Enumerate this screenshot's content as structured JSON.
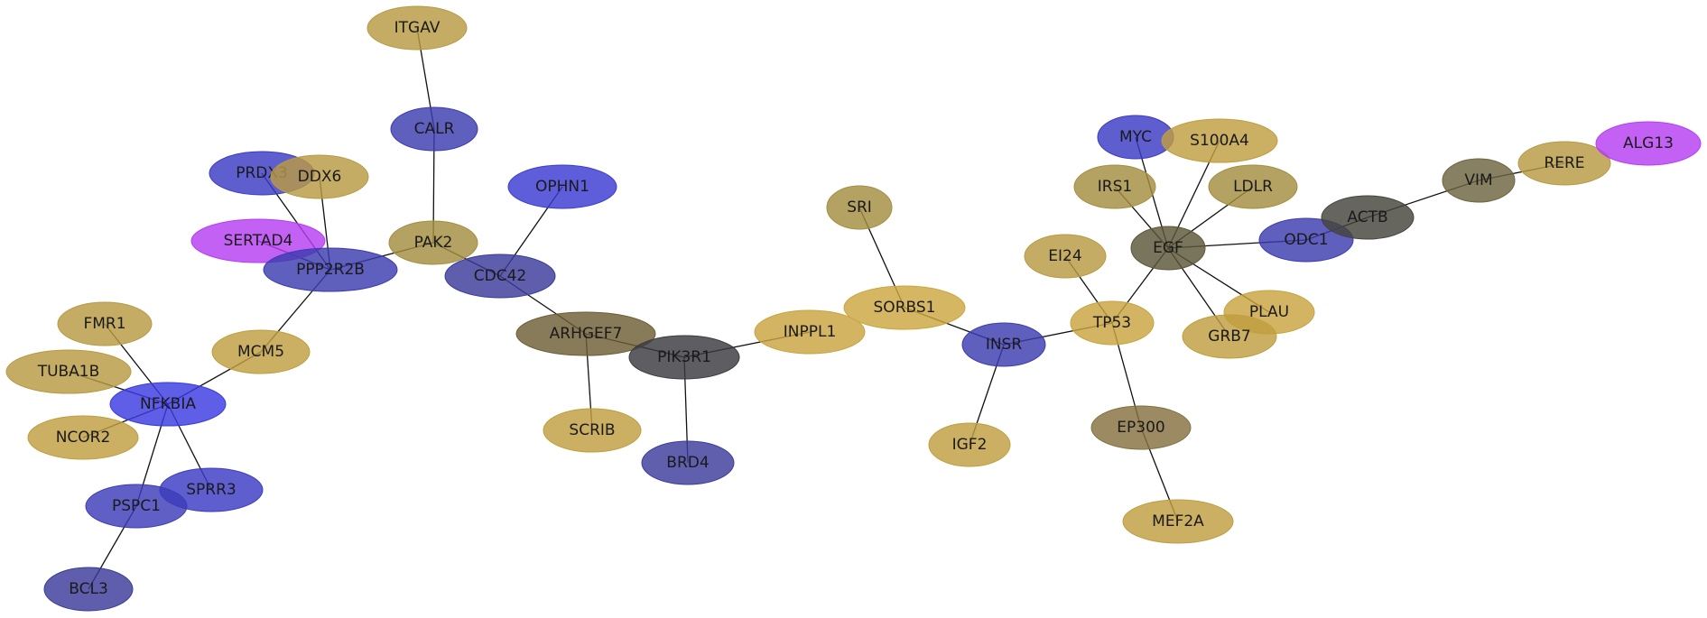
{
  "network": {
    "nodes": [
      {
        "id": "ITGAV",
        "label": "ITGAV",
        "color": "#b89a43"
      },
      {
        "id": "CALR",
        "label": "CALR",
        "color": "#3c3cb0"
      },
      {
        "id": "OPHN1",
        "label": "OPHN1",
        "color": "#3b3bd2"
      },
      {
        "id": "PRDX3",
        "label": "PRDX3",
        "color": "#3b3bc4"
      },
      {
        "id": "DDX6",
        "label": "DDX6",
        "color": "#b89a43"
      },
      {
        "id": "SERTAD4",
        "label": "SERTAD4",
        "color": "#b43ef2"
      },
      {
        "id": "PPP2R2B",
        "label": "PPP2R2B",
        "color": "#3c3cb0"
      },
      {
        "id": "PAK2",
        "label": "PAK2",
        "color": "#a48e41"
      },
      {
        "id": "CDC42",
        "label": "CDC42",
        "color": "#3a3a9a"
      },
      {
        "id": "ARHGEF7",
        "label": "ARHGEF7",
        "color": "#6e5e35"
      },
      {
        "id": "PIK3R1",
        "label": "PIK3R1",
        "color": "#3a3b40"
      },
      {
        "id": "SCRIB",
        "label": "SCRIB",
        "color": "#bf9e3f"
      },
      {
        "id": "BRD4",
        "label": "BRD4",
        "color": "#3c3c9c"
      },
      {
        "id": "INPPL1",
        "label": "INPPL1",
        "color": "#c8a43f"
      },
      {
        "id": "SRI",
        "label": "SRI",
        "color": "#a48e41"
      },
      {
        "id": "SORBS1",
        "label": "SORBS1",
        "color": "#cca63f"
      },
      {
        "id": "INSR",
        "label": "INSR",
        "color": "#3c3cb0"
      },
      {
        "id": "IGF2",
        "label": "IGF2",
        "color": "#bf9e3f"
      },
      {
        "id": "EI24",
        "label": "EI24",
        "color": "#b89a43"
      },
      {
        "id": "TP53",
        "label": "TP53",
        "color": "#c8a43f"
      },
      {
        "id": "EP300",
        "label": "EP300",
        "color": "#857040"
      },
      {
        "id": "MEF2A",
        "label": "MEF2A",
        "color": "#bf9e3f"
      },
      {
        "id": "MYC",
        "label": "MYC",
        "color": "#3b3bc4"
      },
      {
        "id": "S100A4",
        "label": "S100A4",
        "color": "#bf9e3f"
      },
      {
        "id": "IRS1",
        "label": "IRS1",
        "color": "#a48e41"
      },
      {
        "id": "LDLR",
        "label": "LDLR",
        "color": "#a48e41"
      },
      {
        "id": "EGF",
        "label": "EGF",
        "color": "#5c5638"
      },
      {
        "id": "ODC1",
        "label": "ODC1",
        "color": "#3c3cb0"
      },
      {
        "id": "PLAU",
        "label": "PLAU",
        "color": "#c8a43f"
      },
      {
        "id": "GRB7",
        "label": "GRB7",
        "color": "#bf9e3f"
      },
      {
        "id": "ACTB",
        "label": "ACTB",
        "color": "#45443a"
      },
      {
        "id": "VIM",
        "label": "VIM",
        "color": "#6e6440"
      },
      {
        "id": "RERE",
        "label": "RERE",
        "color": "#b89a43"
      },
      {
        "id": "ALG13",
        "label": "ALG13",
        "color": "#b43ef2"
      },
      {
        "id": "MCM5",
        "label": "MCM5",
        "color": "#bf9e3f"
      },
      {
        "id": "FMR1",
        "label": "FMR1",
        "color": "#b89a43"
      },
      {
        "id": "TUBA1B",
        "label": "TUBA1B",
        "color": "#b89a43"
      },
      {
        "id": "NFKBIA",
        "label": "NFKBIA",
        "color": "#3b3be0"
      },
      {
        "id": "NCOR2",
        "label": "NCOR2",
        "color": "#bf9e3f"
      },
      {
        "id": "SPRR3",
        "label": "SPRR3",
        "color": "#3b3bc4"
      },
      {
        "id": "PSPC1",
        "label": "PSPC1",
        "color": "#3c3cb8"
      },
      {
        "id": "BCL3",
        "label": "BCL3",
        "color": "#3a3a9a"
      }
    ],
    "edges": [
      [
        "ITGAV",
        "CALR"
      ],
      [
        "CALR",
        "PAK2"
      ],
      [
        "PAK2",
        "PPP2R2B"
      ],
      [
        "PAK2",
        "CDC42"
      ],
      [
        "PPP2R2B",
        "DDX6"
      ],
      [
        "PPP2R2B",
        "PRDX3"
      ],
      [
        "PPP2R2B",
        "SERTAD4"
      ],
      [
        "PPP2R2B",
        "MCM5"
      ],
      [
        "OPHN1",
        "CDC42"
      ],
      [
        "CDC42",
        "ARHGEF7"
      ],
      [
        "ARHGEF7",
        "SCRIB"
      ],
      [
        "ARHGEF7",
        "PIK3R1"
      ],
      [
        "PIK3R1",
        "BRD4"
      ],
      [
        "PIK3R1",
        "INPPL1"
      ],
      [
        "SRI",
        "SORBS1"
      ],
      [
        "SORBS1",
        "INSR"
      ],
      [
        "INSR",
        "IGF2"
      ],
      [
        "INSR",
        "TP53"
      ],
      [
        "EI24",
        "TP53"
      ],
      [
        "TP53",
        "EP300"
      ],
      [
        "EP300",
        "MEF2A"
      ],
      [
        "TP53",
        "EGF"
      ],
      [
        "EGF",
        "MYC"
      ],
      [
        "EGF",
        "S100A4"
      ],
      [
        "EGF",
        "IRS1"
      ],
      [
        "EGF",
        "LDLR"
      ],
      [
        "EGF",
        "ODC1"
      ],
      [
        "EGF",
        "PLAU"
      ],
      [
        "EGF",
        "GRB7"
      ],
      [
        "ODC1",
        "ACTB"
      ],
      [
        "ACTB",
        "VIM"
      ],
      [
        "VIM",
        "RERE"
      ],
      [
        "MCM5",
        "NFKBIA"
      ],
      [
        "FMR1",
        "NFKBIA"
      ],
      [
        "TUBA1B",
        "NFKBIA"
      ],
      [
        "NCOR2",
        "NFKBIA"
      ],
      [
        "NFKBIA",
        "SPRR3"
      ],
      [
        "NFKBIA",
        "PSPC1"
      ],
      [
        "PSPC1",
        "BCL3"
      ]
    ]
  }
}
